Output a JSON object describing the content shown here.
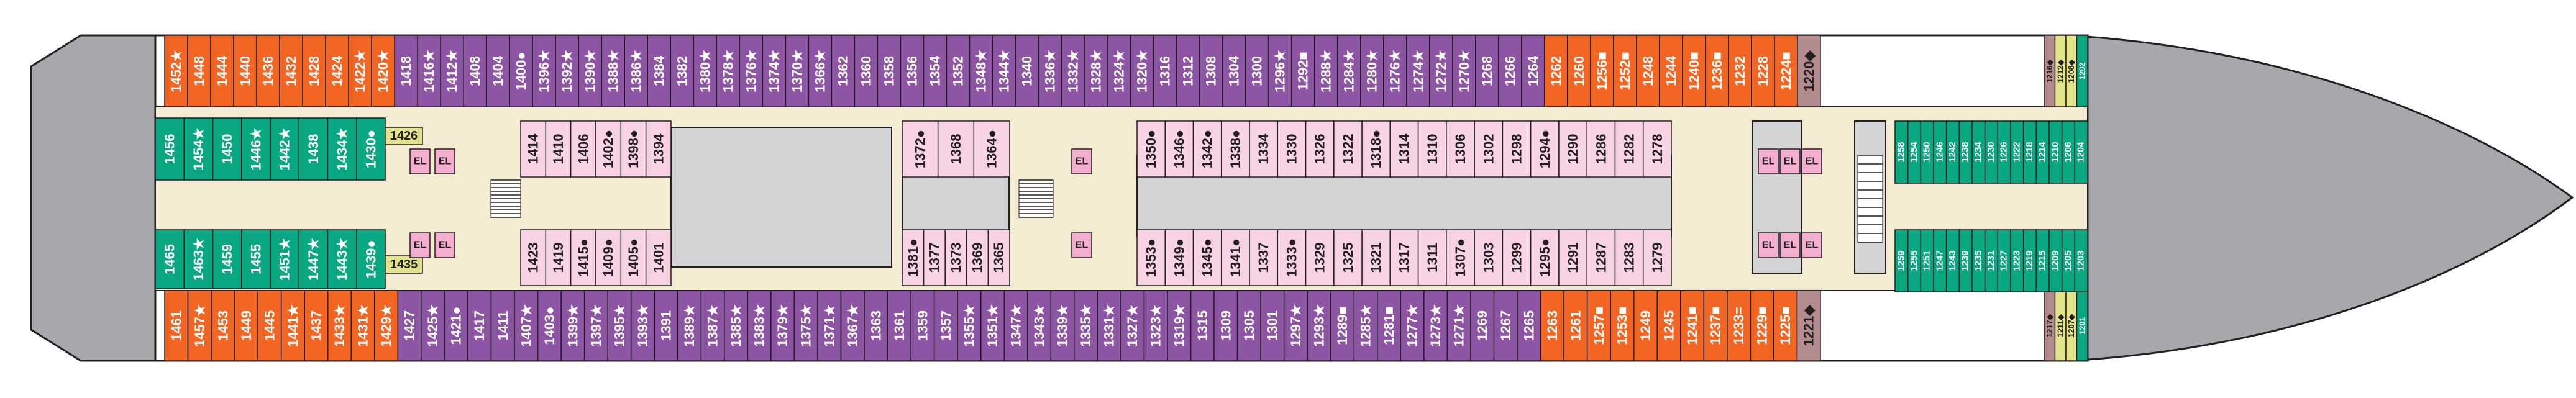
{
  "colors": {
    "orange": "#f26522",
    "purple": "#8e55a4",
    "green": "#0aa783",
    "pink": "#f8d3e3",
    "mauve": "#b58c8e",
    "lime": "#e3e48c",
    "hull": "#a6a8ab",
    "corridor": "#f3ebd2",
    "void": "#d1d3d4",
    "elevator": "#f4aed0"
  },
  "top_row": [
    {
      "label": "1452",
      "sym": "★",
      "c": "orange"
    },
    {
      "label": "1448",
      "sym": "",
      "c": "orange"
    },
    {
      "label": "1444",
      "sym": "",
      "c": "orange"
    },
    {
      "label": "1440",
      "sym": "",
      "c": "orange"
    },
    {
      "label": "1436",
      "sym": "",
      "c": "orange"
    },
    {
      "label": "1432",
      "sym": "",
      "c": "orange"
    },
    {
      "label": "1428",
      "sym": "",
      "c": "orange"
    },
    {
      "label": "1424",
      "sym": "",
      "c": "orange"
    },
    {
      "label": "1422",
      "sym": "★",
      "c": "orange"
    },
    {
      "label": "1420",
      "sym": "★",
      "c": "orange"
    },
    {
      "label": "1418",
      "sym": "",
      "c": "purple"
    },
    {
      "label": "1416",
      "sym": "★",
      "c": "purple"
    },
    {
      "label": "1412",
      "sym": "★",
      "c": "purple"
    },
    {
      "label": "1408",
      "sym": "",
      "c": "purple"
    },
    {
      "label": "1404",
      "sym": "",
      "c": "purple"
    },
    {
      "label": "1400",
      "sym": "●",
      "c": "purple"
    },
    {
      "label": "1396",
      "sym": "★",
      "c": "purple"
    },
    {
      "label": "1392",
      "sym": "★",
      "c": "purple"
    },
    {
      "label": "1390",
      "sym": "★",
      "c": "purple"
    },
    {
      "label": "1388",
      "sym": "★",
      "c": "purple"
    },
    {
      "label": "1386",
      "sym": "★",
      "c": "purple"
    },
    {
      "label": "1384",
      "sym": "",
      "c": "purple"
    },
    {
      "label": "1382",
      "sym": "",
      "c": "purple"
    },
    {
      "label": "1380",
      "sym": "★",
      "c": "purple"
    },
    {
      "label": "1378",
      "sym": "★",
      "c": "purple"
    },
    {
      "label": "1376",
      "sym": "★",
      "c": "purple"
    },
    {
      "label": "1374",
      "sym": "★",
      "c": "purple"
    },
    {
      "label": "1370",
      "sym": "★",
      "c": "purple"
    },
    {
      "label": "1366",
      "sym": "★",
      "c": "purple"
    },
    {
      "label": "1362",
      "sym": "",
      "c": "purple"
    },
    {
      "label": "1360",
      "sym": "",
      "c": "purple"
    },
    {
      "label": "1358",
      "sym": "",
      "c": "purple"
    },
    {
      "label": "1356",
      "sym": "",
      "c": "purple"
    },
    {
      "label": "1354",
      "sym": "",
      "c": "purple"
    },
    {
      "label": "1352",
      "sym": "",
      "c": "purple"
    },
    {
      "label": "1348",
      "sym": "★",
      "c": "purple"
    },
    {
      "label": "1344",
      "sym": "★",
      "c": "purple"
    },
    {
      "label": "1340",
      "sym": "",
      "c": "purple"
    },
    {
      "label": "1336",
      "sym": "★",
      "c": "purple"
    },
    {
      "label": "1332",
      "sym": "★",
      "c": "purple"
    },
    {
      "label": "1328",
      "sym": "★",
      "c": "purple"
    },
    {
      "label": "1324",
      "sym": "★",
      "c": "purple"
    },
    {
      "label": "1320",
      "sym": "★",
      "c": "purple"
    },
    {
      "label": "1316",
      "sym": "",
      "c": "purple"
    },
    {
      "label": "1312",
      "sym": "",
      "c": "purple"
    },
    {
      "label": "1308",
      "sym": "",
      "c": "purple"
    },
    {
      "label": "1304",
      "sym": "",
      "c": "purple"
    },
    {
      "label": "1300",
      "sym": "",
      "c": "purple"
    },
    {
      "label": "1296",
      "sym": "★",
      "c": "purple"
    },
    {
      "label": "1292",
      "sym": "■",
      "c": "purple"
    },
    {
      "label": "1288",
      "sym": "★",
      "c": "purple"
    },
    {
      "label": "1284",
      "sym": "★",
      "c": "purple"
    },
    {
      "label": "1280",
      "sym": "★",
      "c": "purple"
    },
    {
      "label": "1276",
      "sym": "★",
      "c": "purple"
    },
    {
      "label": "1274",
      "sym": "★",
      "c": "purple"
    },
    {
      "label": "1272",
      "sym": "★",
      "c": "purple"
    },
    {
      "label": "1270",
      "sym": "★",
      "c": "purple"
    },
    {
      "label": "1268",
      "sym": "",
      "c": "purple"
    },
    {
      "label": "1266",
      "sym": "",
      "c": "purple"
    },
    {
      "label": "1264",
      "sym": "",
      "c": "purple"
    },
    {
      "label": "1262",
      "sym": "",
      "c": "orange"
    },
    {
      "label": "1260",
      "sym": "",
      "c": "orange"
    },
    {
      "label": "1256",
      "sym": "■",
      "c": "orange"
    },
    {
      "label": "1252",
      "sym": "■",
      "c": "orange"
    },
    {
      "label": "1248",
      "sym": "",
      "c": "orange"
    },
    {
      "label": "1244",
      "sym": "",
      "c": "orange"
    },
    {
      "label": "1240",
      "sym": "■",
      "c": "orange"
    },
    {
      "label": "1236",
      "sym": "■",
      "c": "orange"
    },
    {
      "label": "1232",
      "sym": "",
      "c": "orange"
    },
    {
      "label": "1228",
      "sym": "",
      "c": "orange"
    },
    {
      "label": "1224",
      "sym": "■",
      "c": "orange"
    },
    {
      "label": "1220",
      "sym": "◆",
      "c": "mauve"
    }
  ],
  "top_row_bow": [
    {
      "label": "1216",
      "sym": "◆",
      "c": "mauve"
    },
    {
      "label": "1212",
      "sym": "◆",
      "c": "lime"
    },
    {
      "label": "1208",
      "sym": "◆",
      "c": "lime"
    },
    {
      "label": "1202",
      "sym": "",
      "c": "green"
    }
  ],
  "bottom_row": [
    {
      "label": "1461",
      "sym": "",
      "c": "orange"
    },
    {
      "label": "1457",
      "sym": "★",
      "c": "orange"
    },
    {
      "label": "1453",
      "sym": "",
      "c": "orange"
    },
    {
      "label": "1449",
      "sym": "",
      "c": "orange"
    },
    {
      "label": "1445",
      "sym": "",
      "c": "orange"
    },
    {
      "label": "1441",
      "sym": "★",
      "c": "orange"
    },
    {
      "label": "1437",
      "sym": "",
      "c": "orange"
    },
    {
      "label": "1433",
      "sym": "★",
      "c": "orange"
    },
    {
      "label": "1431",
      "sym": "★",
      "c": "orange"
    },
    {
      "label": "1429",
      "sym": "★",
      "c": "orange"
    },
    {
      "label": "1427",
      "sym": "",
      "c": "purple"
    },
    {
      "label": "1425",
      "sym": "★",
      "c": "purple"
    },
    {
      "label": "1421",
      "sym": "●",
      "c": "purple"
    },
    {
      "label": "1417",
      "sym": "",
      "c": "purple"
    },
    {
      "label": "1411",
      "sym": "",
      "c": "purple"
    },
    {
      "label": "1407",
      "sym": "★",
      "c": "purple"
    },
    {
      "label": "1403",
      "sym": "●",
      "c": "purple"
    },
    {
      "label": "1399",
      "sym": "★",
      "c": "purple"
    },
    {
      "label": "1397",
      "sym": "★",
      "c": "purple"
    },
    {
      "label": "1395",
      "sym": "★",
      "c": "purple"
    },
    {
      "label": "1393",
      "sym": "★",
      "c": "purple"
    },
    {
      "label": "1391",
      "sym": "",
      "c": "purple"
    },
    {
      "label": "1389",
      "sym": "★",
      "c": "purple"
    },
    {
      "label": "1387",
      "sym": "★",
      "c": "purple"
    },
    {
      "label": "1385",
      "sym": "★",
      "c": "purple"
    },
    {
      "label": "1383",
      "sym": "★",
      "c": "purple"
    },
    {
      "label": "1379",
      "sym": "★",
      "c": "purple"
    },
    {
      "label": "1375",
      "sym": "★",
      "c": "purple"
    },
    {
      "label": "1371",
      "sym": "★",
      "c": "purple"
    },
    {
      "label": "1367",
      "sym": "★",
      "c": "purple"
    },
    {
      "label": "1363",
      "sym": "",
      "c": "purple"
    },
    {
      "label": "1361",
      "sym": "",
      "c": "purple"
    },
    {
      "label": "1359",
      "sym": "",
      "c": "purple"
    },
    {
      "label": "1357",
      "sym": "",
      "c": "purple"
    },
    {
      "label": "1355",
      "sym": "★",
      "c": "purple"
    },
    {
      "label": "1351",
      "sym": "★",
      "c": "purple"
    },
    {
      "label": "1347",
      "sym": "★",
      "c": "purple"
    },
    {
      "label": "1343",
      "sym": "★",
      "c": "purple"
    },
    {
      "label": "1339",
      "sym": "★",
      "c": "purple"
    },
    {
      "label": "1335",
      "sym": "★",
      "c": "purple"
    },
    {
      "label": "1331",
      "sym": "★",
      "c": "purple"
    },
    {
      "label": "1327",
      "sym": "★",
      "c": "purple"
    },
    {
      "label": "1323",
      "sym": "★",
      "c": "purple"
    },
    {
      "label": "1319",
      "sym": "★",
      "c": "purple"
    },
    {
      "label": "1315",
      "sym": "",
      "c": "purple"
    },
    {
      "label": "1309",
      "sym": "",
      "c": "purple"
    },
    {
      "label": "1305",
      "sym": "",
      "c": "purple"
    },
    {
      "label": "1301",
      "sym": "",
      "c": "purple"
    },
    {
      "label": "1297",
      "sym": "★",
      "c": "purple"
    },
    {
      "label": "1293",
      "sym": "★",
      "c": "purple"
    },
    {
      "label": "1289",
      "sym": "■",
      "c": "purple"
    },
    {
      "label": "1285",
      "sym": "★",
      "c": "purple"
    },
    {
      "label": "1281",
      "sym": "■",
      "c": "purple"
    },
    {
      "label": "1277",
      "sym": "★",
      "c": "purple"
    },
    {
      "label": "1273",
      "sym": "★",
      "c": "purple"
    },
    {
      "label": "1271",
      "sym": "★",
      "c": "purple"
    },
    {
      "label": "1269",
      "sym": "",
      "c": "purple"
    },
    {
      "label": "1267",
      "sym": "",
      "c": "purple"
    },
    {
      "label": "1265",
      "sym": "",
      "c": "purple"
    },
    {
      "label": "1263",
      "sym": "",
      "c": "orange"
    },
    {
      "label": "1261",
      "sym": "",
      "c": "orange"
    },
    {
      "label": "1257",
      "sym": "■",
      "c": "orange"
    },
    {
      "label": "1253",
      "sym": "■",
      "c": "orange"
    },
    {
      "label": "1249",
      "sym": "",
      "c": "orange"
    },
    {
      "label": "1245",
      "sym": "",
      "c": "orange"
    },
    {
      "label": "1241",
      "sym": "■",
      "c": "orange"
    },
    {
      "label": "1237",
      "sym": "■",
      "c": "orange"
    },
    {
      "label": "1233",
      "sym": "=",
      "c": "orange"
    },
    {
      "label": "1229",
      "sym": "■",
      "c": "orange"
    },
    {
      "label": "1225",
      "sym": "■",
      "c": "orange"
    },
    {
      "label": "1221",
      "sym": "◆",
      "c": "mauve"
    }
  ],
  "bottom_row_bow": [
    {
      "label": "1217",
      "sym": "◆",
      "c": "mauve"
    },
    {
      "label": "1211",
      "sym": "◆",
      "c": "lime"
    },
    {
      "label": "1207",
      "sym": "◆",
      "c": "lime"
    },
    {
      "label": "1201",
      "sym": "",
      "c": "green"
    }
  ],
  "inner_top_aft": [
    {
      "label": "1456",
      "sym": "",
      "c": "green"
    },
    {
      "label": "1454",
      "sym": "★",
      "c": "green"
    },
    {
      "label": "1450",
      "sym": "",
      "c": "green"
    },
    {
      "label": "1446",
      "sym": "★",
      "c": "green"
    },
    {
      "label": "1442",
      "sym": "★",
      "c": "green"
    },
    {
      "label": "1438",
      "sym": "",
      "c": "green"
    },
    {
      "label": "1434",
      "sym": "★",
      "c": "green"
    },
    {
      "label": "1430",
      "sym": "●",
      "c": "green"
    }
  ],
  "inner_bottom_aft": [
    {
      "label": "1465",
      "sym": "",
      "c": "green"
    },
    {
      "label": "1463",
      "sym": "★",
      "c": "green"
    },
    {
      "label": "1459",
      "sym": "",
      "c": "green"
    },
    {
      "label": "1455",
      "sym": "",
      "c": "green"
    },
    {
      "label": "1451",
      "sym": "★",
      "c": "green"
    },
    {
      "label": "1447",
      "sym": "★",
      "c": "green"
    },
    {
      "label": "1443",
      "sym": "★",
      "c": "green"
    },
    {
      "label": "1439",
      "sym": "●",
      "c": "green"
    }
  ],
  "inner_top_fwd": [
    {
      "label": "1258",
      "sym": "",
      "c": "green"
    },
    {
      "label": "1254",
      "sym": "",
      "c": "green"
    },
    {
      "label": "1250",
      "sym": "",
      "c": "green"
    },
    {
      "label": "1246",
      "sym": "",
      "c": "green"
    },
    {
      "label": "1242",
      "sym": "",
      "c": "green"
    },
    {
      "label": "1238",
      "sym": "",
      "c": "green"
    },
    {
      "label": "1234",
      "sym": "",
      "c": "green"
    },
    {
      "label": "1230",
      "sym": "",
      "c": "green"
    },
    {
      "label": "1226",
      "sym": "",
      "c": "green"
    },
    {
      "label": "1222",
      "sym": "",
      "c": "green"
    },
    {
      "label": "1218",
      "sym": "",
      "c": "green"
    },
    {
      "label": "1214",
      "sym": "",
      "c": "green"
    },
    {
      "label": "1210",
      "sym": "",
      "c": "green"
    },
    {
      "label": "1206",
      "sym": "",
      "c": "green"
    },
    {
      "label": "1204",
      "sym": "",
      "c": "green"
    }
  ],
  "inner_bottom_fwd": [
    {
      "label": "1259",
      "sym": "",
      "c": "green"
    },
    {
      "label": "1255",
      "sym": "",
      "c": "green"
    },
    {
      "label": "1251",
      "sym": "",
      "c": "green"
    },
    {
      "label": "1247",
      "sym": "",
      "c": "green"
    },
    {
      "label": "1243",
      "sym": "",
      "c": "green"
    },
    {
      "label": "1239",
      "sym": "",
      "c": "green"
    },
    {
      "label": "1235",
      "sym": "",
      "c": "green"
    },
    {
      "label": "1231",
      "sym": "",
      "c": "green"
    },
    {
      "label": "1227",
      "sym": "",
      "c": "green"
    },
    {
      "label": "1223",
      "sym": "",
      "c": "green"
    },
    {
      "label": "1219",
      "sym": "",
      "c": "green"
    },
    {
      "label": "1215",
      "sym": "",
      "c": "green"
    },
    {
      "label": "1209",
      "sym": "",
      "c": "green"
    },
    {
      "label": "1205",
      "sym": "",
      "c": "green"
    },
    {
      "label": "1203",
      "sym": "",
      "c": "green"
    }
  ],
  "inner_top_pink_a": [
    {
      "label": "1414",
      "sym": "",
      "c": "pink"
    },
    {
      "label": "1410",
      "sym": "",
      "c": "pink"
    },
    {
      "label": "1406",
      "sym": "",
      "c": "pink"
    },
    {
      "label": "1402",
      "sym": "●",
      "c": "pink"
    },
    {
      "label": "1398",
      "sym": "●",
      "c": "pink"
    },
    {
      "label": "1394",
      "sym": "",
      "c": "pink"
    }
  ],
  "inner_bottom_pink_a": [
    {
      "label": "1423",
      "sym": "",
      "c": "pink"
    },
    {
      "label": "1419",
      "sym": "",
      "c": "pink"
    },
    {
      "label": "1415",
      "sym": "●",
      "c": "pink"
    },
    {
      "label": "1409",
      "sym": "●",
      "c": "pink"
    },
    {
      "label": "1405",
      "sym": "●",
      "c": "pink"
    },
    {
      "label": "1401",
      "sym": "",
      "c": "pink"
    }
  ],
  "inner_top_pink_b": [
    {
      "label": "1372",
      "sym": "●",
      "c": "pink"
    },
    {
      "label": "1368",
      "sym": "",
      "c": "pink"
    },
    {
      "label": "1364",
      "sym": "●",
      "c": "pink"
    }
  ],
  "inner_bottom_pink_b": [
    {
      "label": "1381",
      "sym": "●",
      "c": "pink"
    },
    {
      "label": "1377",
      "sym": "",
      "c": "pink"
    },
    {
      "label": "1373",
      "sym": "",
      "c": "pink"
    },
    {
      "label": "1369",
      "sym": "",
      "c": "pink"
    },
    {
      "label": "1365",
      "sym": "",
      "c": "pink"
    }
  ],
  "inner_top_pink_c": [
    {
      "label": "1350",
      "sym": "●",
      "c": "pink"
    },
    {
      "label": "1346",
      "sym": "●",
      "c": "pink"
    },
    {
      "label": "1342",
      "sym": "●",
      "c": "pink"
    },
    {
      "label": "1338",
      "sym": "●",
      "c": "pink"
    },
    {
      "label": "1334",
      "sym": "",
      "c": "pink"
    },
    {
      "label": "1330",
      "sym": "",
      "c": "pink"
    },
    {
      "label": "1326",
      "sym": "",
      "c": "pink"
    },
    {
      "label": "1322",
      "sym": "",
      "c": "pink"
    },
    {
      "label": "1318",
      "sym": "●",
      "c": "pink"
    },
    {
      "label": "1314",
      "sym": "",
      "c": "pink"
    },
    {
      "label": "1310",
      "sym": "",
      "c": "pink"
    },
    {
      "label": "1306",
      "sym": "",
      "c": "pink"
    },
    {
      "label": "1302",
      "sym": "",
      "c": "pink"
    },
    {
      "label": "1298",
      "sym": "",
      "c": "pink"
    },
    {
      "label": "1294",
      "sym": "●",
      "c": "pink"
    },
    {
      "label": "1290",
      "sym": "",
      "c": "pink"
    },
    {
      "label": "1286",
      "sym": "",
      "c": "pink"
    },
    {
      "label": "1282",
      "sym": "",
      "c": "pink"
    },
    {
      "label": "1278",
      "sym": "",
      "c": "pink"
    }
  ],
  "inner_bottom_pink_c": [
    {
      "label": "1353",
      "sym": "●",
      "c": "pink"
    },
    {
      "label": "1349",
      "sym": "●",
      "c": "pink"
    },
    {
      "label": "1345",
      "sym": "●",
      "c": "pink"
    },
    {
      "label": "1341",
      "sym": "●",
      "c": "pink"
    },
    {
      "label": "1337",
      "sym": "",
      "c": "pink"
    },
    {
      "label": "1333",
      "sym": "●",
      "c": "pink"
    },
    {
      "label": "1329",
      "sym": "",
      "c": "pink"
    },
    {
      "label": "1325",
      "sym": "",
      "c": "pink"
    },
    {
      "label": "1321",
      "sym": "",
      "c": "pink"
    },
    {
      "label": "1317",
      "sym": "",
      "c": "pink"
    },
    {
      "label": "1311",
      "sym": "",
      "c": "pink"
    },
    {
      "label": "1307",
      "sym": "●",
      "c": "pink"
    },
    {
      "label": "1303",
      "sym": "",
      "c": "pink"
    },
    {
      "label": "1299",
      "sym": "",
      "c": "pink"
    },
    {
      "label": "1295",
      "sym": "●",
      "c": "pink"
    },
    {
      "label": "1291",
      "sym": "",
      "c": "pink"
    },
    {
      "label": "1287",
      "sym": "",
      "c": "pink"
    },
    {
      "label": "1283",
      "sym": "",
      "c": "pink"
    },
    {
      "label": "1279",
      "sym": "",
      "c": "pink"
    }
  ],
  "special_cabins": [
    {
      "label": "1426",
      "c": "lime"
    },
    {
      "label": "1435",
      "c": "lime"
    }
  ],
  "elevator_label": "EL"
}
